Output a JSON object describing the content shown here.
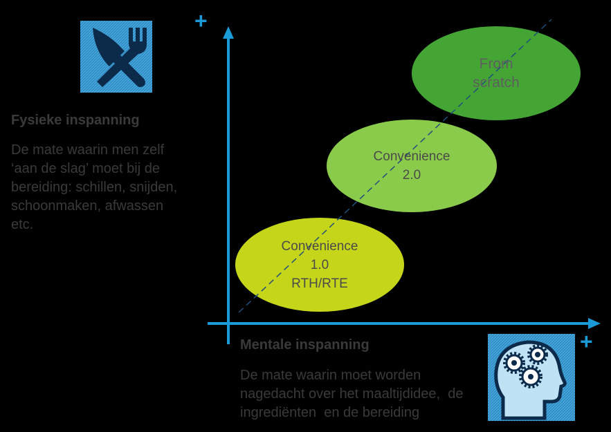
{
  "colors": {
    "background": "#000000",
    "axis": "#1A9AD6",
    "ellipse_1": "#C5D51A",
    "ellipse_2": "#8ACB4B",
    "ellipse_3": "#44A535",
    "icon_bg": "#2E8FC8",
    "text": "#3a3a3a",
    "label_1": "#4a4a4a",
    "label_3": "#5e5e5e"
  },
  "axes": {
    "y_plus": "+",
    "x_plus": "+"
  },
  "physical": {
    "icon": "fork-knife-icon",
    "heading": "Fysieke inspanning",
    "description_lines": [
      "De mate waarin men zelf",
      "‘aan de slag’ moet bij de",
      "bereiding: schillen, snijden,",
      "schoonmaken, afwassen",
      "etc."
    ]
  },
  "mental": {
    "icon": "head-gears-icon",
    "heading": "Mentale inspanning",
    "description_lines": [
      "De mate waarin moet worden",
      "nagedacht over het maaltijdidee,  de",
      "ingrediënten  en de bereiding"
    ]
  },
  "ellipses": [
    {
      "lines": [
        "Convenience",
        "1.0",
        "RTH/RTE"
      ]
    },
    {
      "lines": [
        "Convenience",
        "2.0"
      ]
    },
    {
      "lines": [
        "From",
        "scratch"
      ]
    }
  ]
}
